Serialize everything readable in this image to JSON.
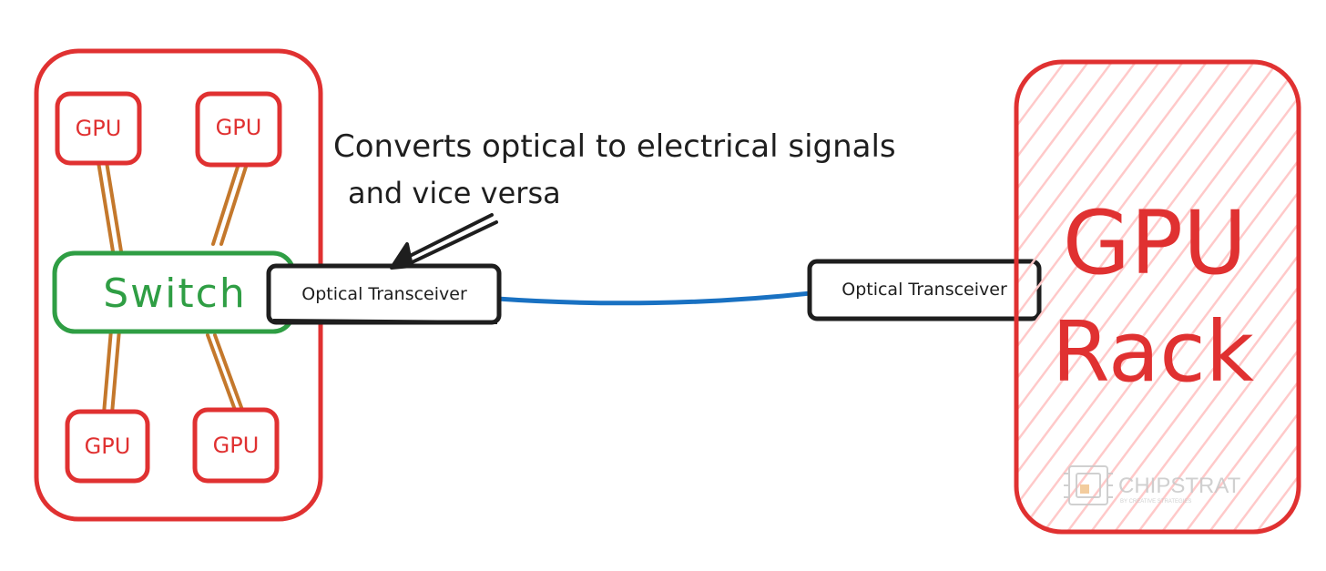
{
  "diagram": {
    "colors": {
      "rack_border": "#e03131",
      "rack_hatch": "#ffc9c9",
      "gpu_text": "#e03131",
      "switch_border": "#2f9e44",
      "switch_text": "#2f9e44",
      "gpu_link": "#c4782c",
      "optical_cable": "#1971c2",
      "transceiver_border": "#1e1e1e",
      "annotation_text": "#1e1e1e",
      "watermark": "#c8c8c8"
    },
    "left_rack": {
      "gpus": [
        {
          "label": "GPU"
        },
        {
          "label": "GPU"
        },
        {
          "label": "GPU"
        },
        {
          "label": "GPU"
        }
      ],
      "switch_label": "Switch"
    },
    "transceiver_left": {
      "label": "Optical Transceiver"
    },
    "transceiver_right": {
      "label": "Optical Transceiver"
    },
    "annotation": {
      "line1": "Converts optical to electrical signals",
      "line2": "and vice versa"
    },
    "right_rack": {
      "line1": "GPU",
      "line2": "Rack"
    },
    "watermark": {
      "brand": "CHIPSTRAT",
      "tagline": "BY CREATIVE STRATEGIES",
      "icon": "circuit-chip-icon"
    }
  }
}
